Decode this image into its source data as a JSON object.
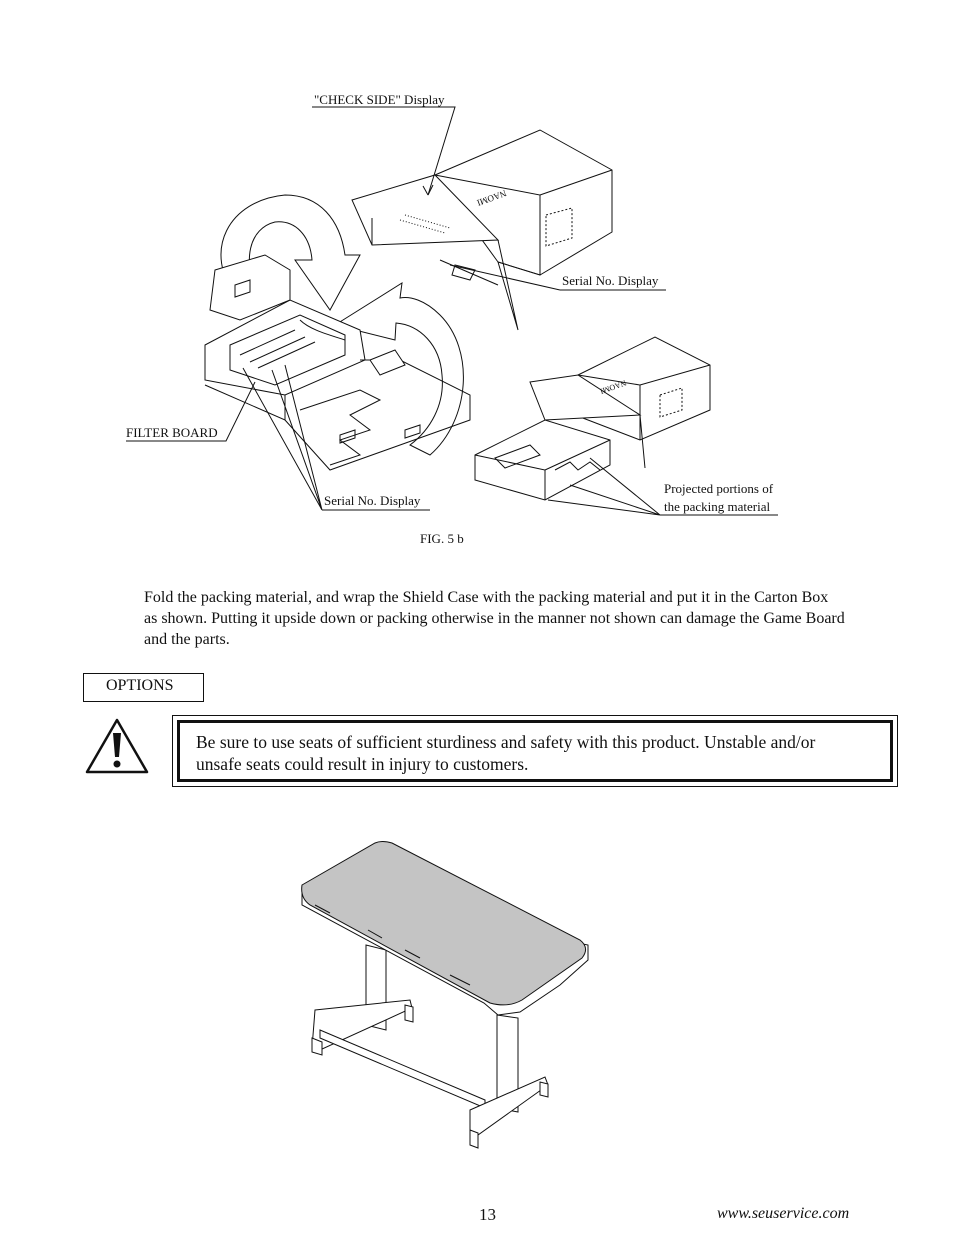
{
  "figure": {
    "labels": {
      "check_side": "\"CHECK SIDE\" Display",
      "serial_top": "Serial No. Display",
      "filter_board": "FILTER BOARD",
      "serial_bottom": "Serial No. Display",
      "projected_line1": "Projected portions of",
      "projected_line2": "the packing material"
    },
    "box_brand": "NAOMI",
    "caption": "FIG. 5 b"
  },
  "instructions": {
    "line1": "Fold the packing material, and wrap the Shield Case with the packing material and put it in the Carton Box",
    "line2": "as shown. Putting it upside down or packing otherwise in the manner not shown can damage the Game Board",
    "line3": "and the parts."
  },
  "options": {
    "heading": "OPTIONS",
    "warning_line1": "Be sure to use seats of sufficient sturdiness and safety with this product. Unstable and/or",
    "warning_line2": "unsafe seats could result in injury to customers."
  },
  "footer": {
    "page_number": "13",
    "website": "www.seuservice.com"
  },
  "colors": {
    "line": "#111111",
    "seat_fill": "#c4c4c4"
  }
}
